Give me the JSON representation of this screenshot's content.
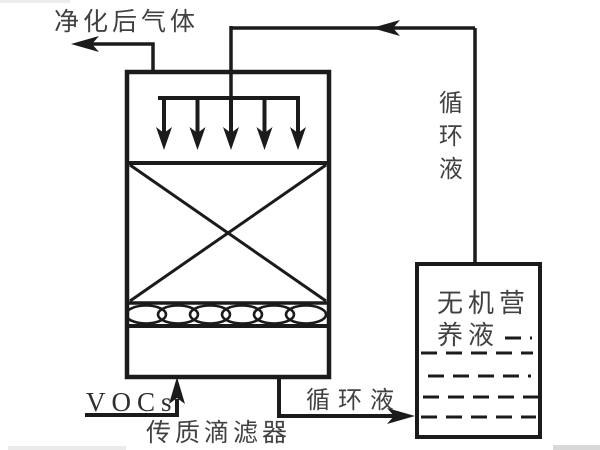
{
  "colors": {
    "background": "#ffffff",
    "line": "#1b1b1b",
    "text": "#414141"
  },
  "diagram": {
    "gas_outlet_label": "净化后气体",
    "recycle_pipe_label_vertical": "循环液",
    "tank_label_line1": "无机营",
    "tank_label_line2": "养液",
    "gas_inlet_label": "VOCs",
    "recycle_return_label": "循环液",
    "equipment_label": "传质滴滤器"
  }
}
